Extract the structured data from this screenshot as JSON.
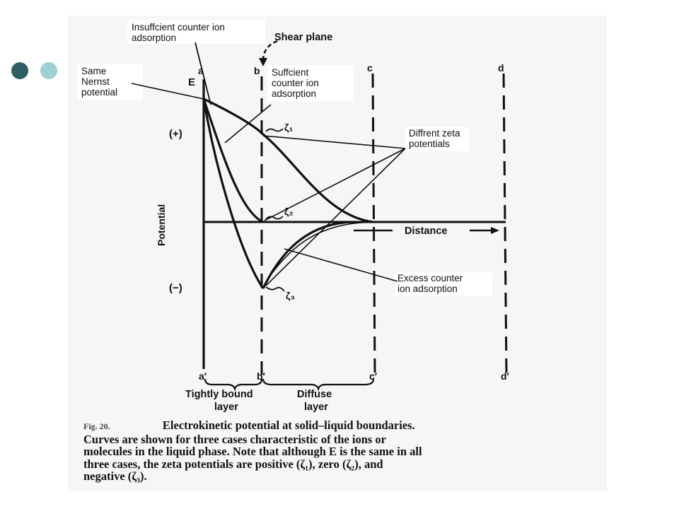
{
  "colors": {
    "dot_dark": "#2f5f64",
    "dot_light": "#9ed0d4",
    "ink": "#111111"
  },
  "labels": {
    "insufficient": [
      "Insuffcient counter ion",
      "adsorption"
    ],
    "shear_plane": "Shear plane",
    "same_nernst": [
      "Same",
      "Nernst",
      "potential"
    ],
    "sufficient": [
      "Suffcient",
      "counter ion",
      "adsorption"
    ],
    "different_zeta": [
      "Diffrent zeta",
      "potentials"
    ],
    "excess": [
      "Excess counter",
      "ion adsorption"
    ],
    "distance": "Distance",
    "potential": "Potential",
    "plus": "(+)",
    "minus": "(−)",
    "e_label": "E",
    "zeta1": "ζ₁",
    "zeta2": "ζ₂",
    "zeta3": "ζ₃"
  },
  "plane_labels_top": [
    "a",
    "b",
    "c",
    "d"
  ],
  "plane_labels_bottom": [
    "a′",
    "b′",
    "c′",
    "d′"
  ],
  "layers": {
    "tightly_bound": [
      "Tightly bound",
      "layer"
    ],
    "diffuse": [
      "Diffuse",
      "layer"
    ]
  },
  "caption": {
    "figure_ref": "Fig. 20.",
    "lines": [
      "Electrokinetic potential at solid–liquid boundaries.",
      "Curves are shown for three cases characteristic of the ions or",
      "molecules in the liquid phase. Note that although E is the same in all",
      "three cases, the zeta potentials are positive (ζ₁), zero (ζ₂), and",
      "negative (ζ₃)."
    ]
  }
}
